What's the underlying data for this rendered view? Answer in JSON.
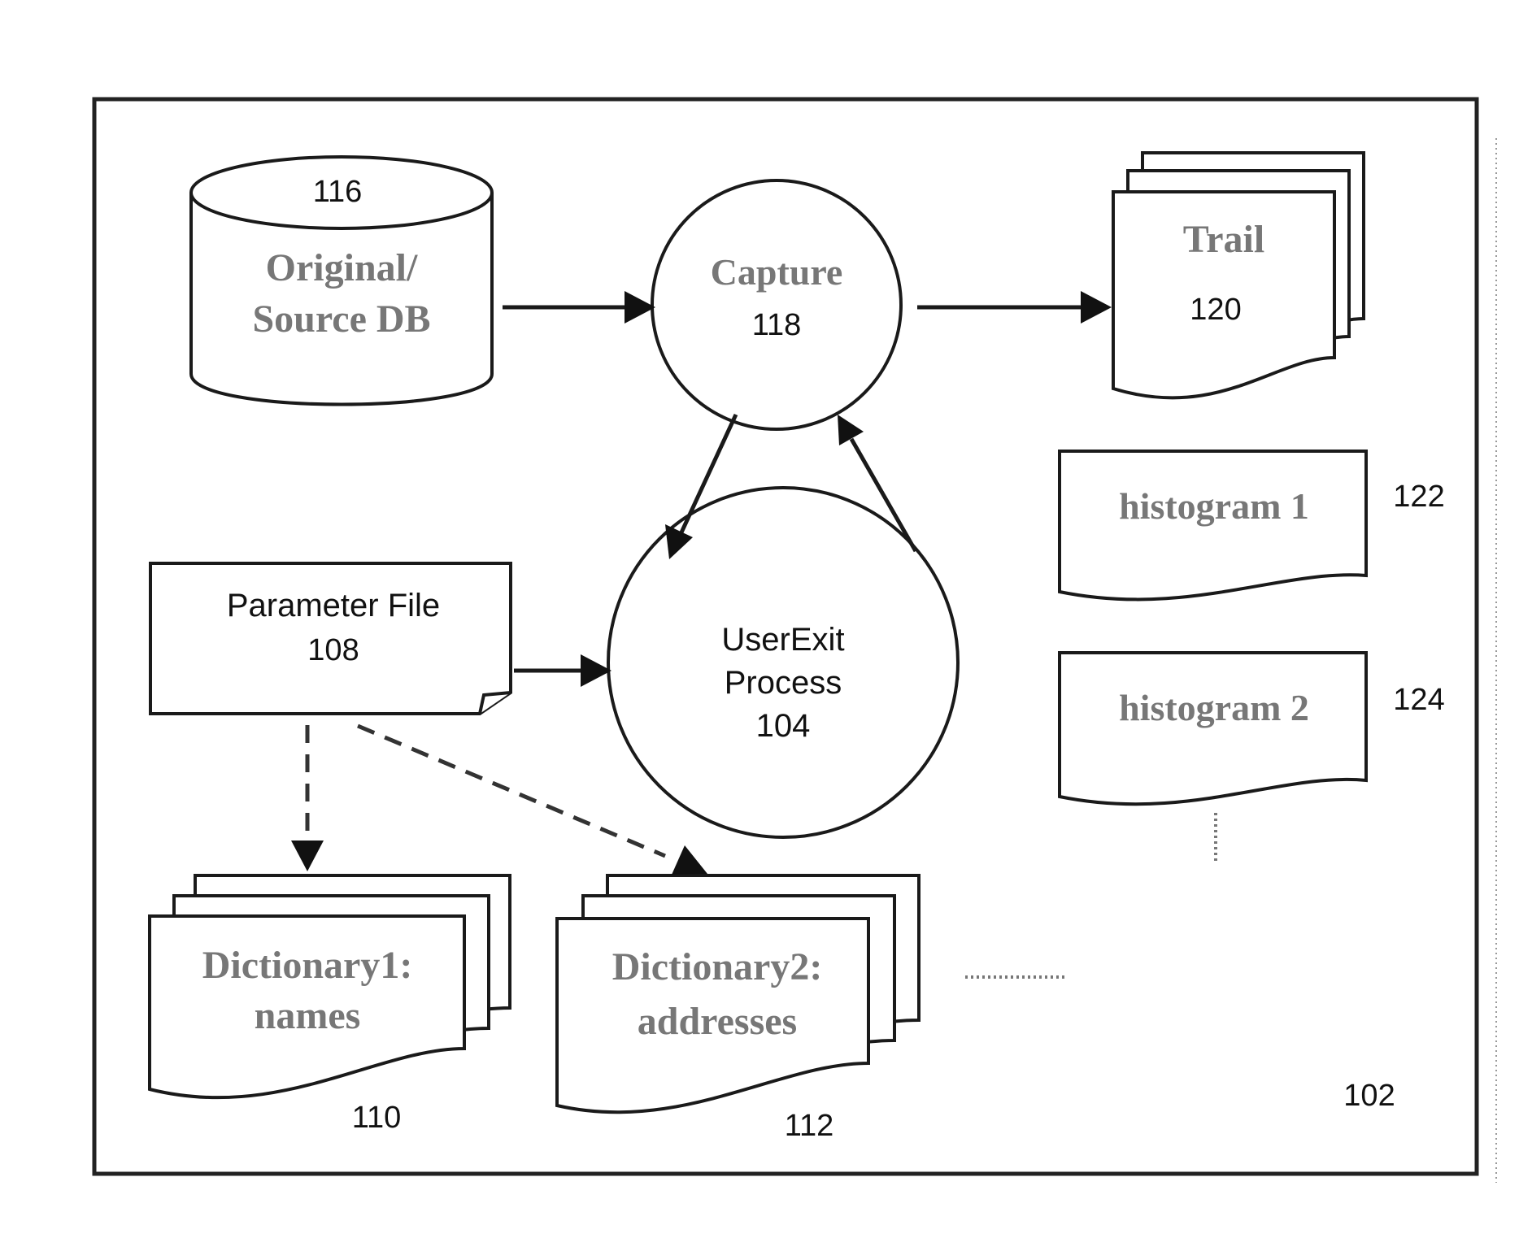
{
  "system_ref": "102",
  "source_db": {
    "ref": "116",
    "line1": "Original/",
    "line2": "Source DB"
  },
  "capture": {
    "label": "Capture",
    "ref": "118"
  },
  "trail": {
    "label": "Trail",
    "ref": "120"
  },
  "histogram1": {
    "label": "histogram 1",
    "ref": "122"
  },
  "histogram2": {
    "label": "histogram 2",
    "ref": "124"
  },
  "parameter_file": {
    "label": "Parameter File",
    "ref": "108"
  },
  "user_exit": {
    "line1": "UserExit",
    "line2": "Process",
    "ref": "104"
  },
  "dictionary1": {
    "line1": "Dictionary1:",
    "line2": "names",
    "ref": "110"
  },
  "dictionary2": {
    "line1": "Dictionary2:",
    "line2": "addresses",
    "ref": "112"
  }
}
